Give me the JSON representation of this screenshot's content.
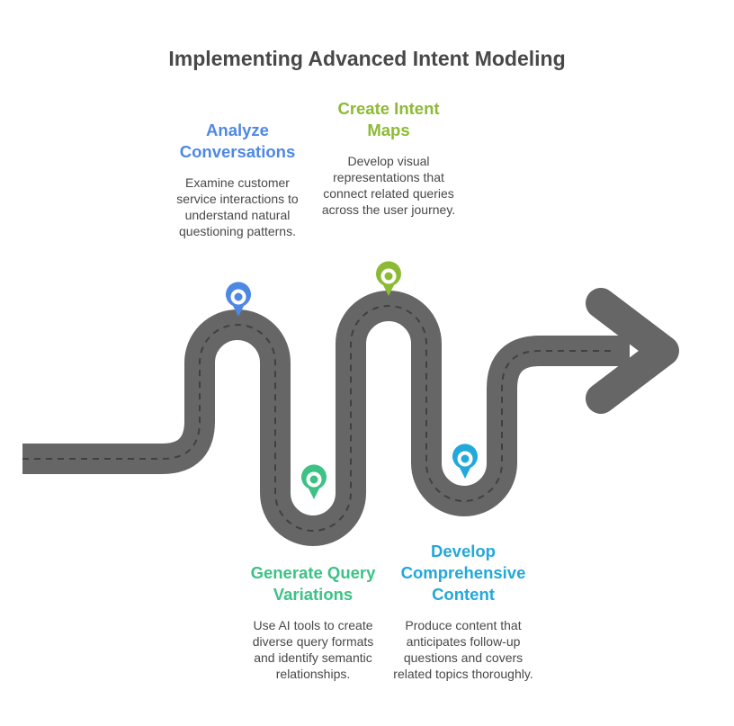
{
  "title": "Implementing Advanced Intent Modeling",
  "colors": {
    "road": "#666666",
    "lane_marking": "#404040",
    "title_text": "#484848",
    "body_text": "#484848"
  },
  "steps": [
    {
      "title": "Analyze Conversations",
      "description": "Examine customer service interactions to understand natural questioning patterns.",
      "color": "#4E88E3",
      "icon": "location-pin-icon"
    },
    {
      "title": "Create Intent Maps",
      "description": "Develop visual representations that connect related queries across the user journey.",
      "color": "#8DBA35",
      "icon": "location-pin-icon"
    },
    {
      "title": "Generate Query Variations",
      "description": "Use AI tools to create diverse query formats and identify semantic relationships.",
      "color": "#3DC286",
      "icon": "location-pin-icon"
    },
    {
      "title": "Develop Comprehensive Content",
      "description": "Produce content that anticipates follow-up questions and covers related topics thoroughly.",
      "color": "#22A8DA",
      "icon": "location-pin-icon"
    }
  ]
}
